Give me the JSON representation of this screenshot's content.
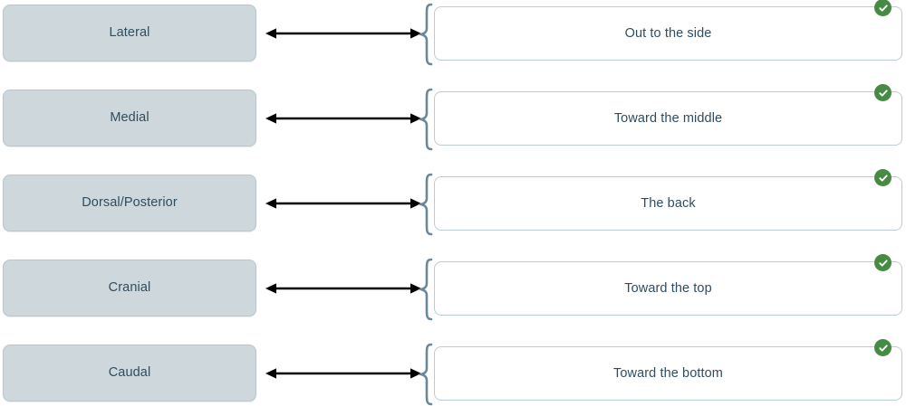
{
  "exercise": {
    "type": "matching-quiz",
    "colors": {
      "term_fill": "#ced8dc",
      "term_border": "#b9c6cc",
      "answer_border": "#b9cdd6",
      "text": "#2e4d60",
      "brace": "#6c8799",
      "arrow": "#000000",
      "correct_badge": "#478a43"
    },
    "rows": [
      {
        "term": "Lateral",
        "answer": "Out to the side",
        "status": "correct",
        "status_icon": "check-circle-icon",
        "connector_icon": "double-arrow-icon",
        "brace_icon": "curly-brace-icon"
      },
      {
        "term": "Medial",
        "answer": "Toward the middle",
        "status": "correct",
        "status_icon": "check-circle-icon",
        "connector_icon": "double-arrow-icon",
        "brace_icon": "curly-brace-icon"
      },
      {
        "term": "Dorsal/Posterior",
        "answer": "The back",
        "status": "correct",
        "status_icon": "check-circle-icon",
        "connector_icon": "double-arrow-icon",
        "brace_icon": "curly-brace-icon"
      },
      {
        "term": "Cranial",
        "answer": "Toward the top",
        "status": "correct",
        "status_icon": "check-circle-icon",
        "connector_icon": "double-arrow-icon",
        "brace_icon": "curly-brace-icon"
      },
      {
        "term": "Caudal",
        "answer": "Toward the bottom",
        "status": "correct",
        "status_icon": "check-circle-icon",
        "connector_icon": "double-arrow-icon",
        "brace_icon": "curly-brace-icon"
      }
    ]
  }
}
